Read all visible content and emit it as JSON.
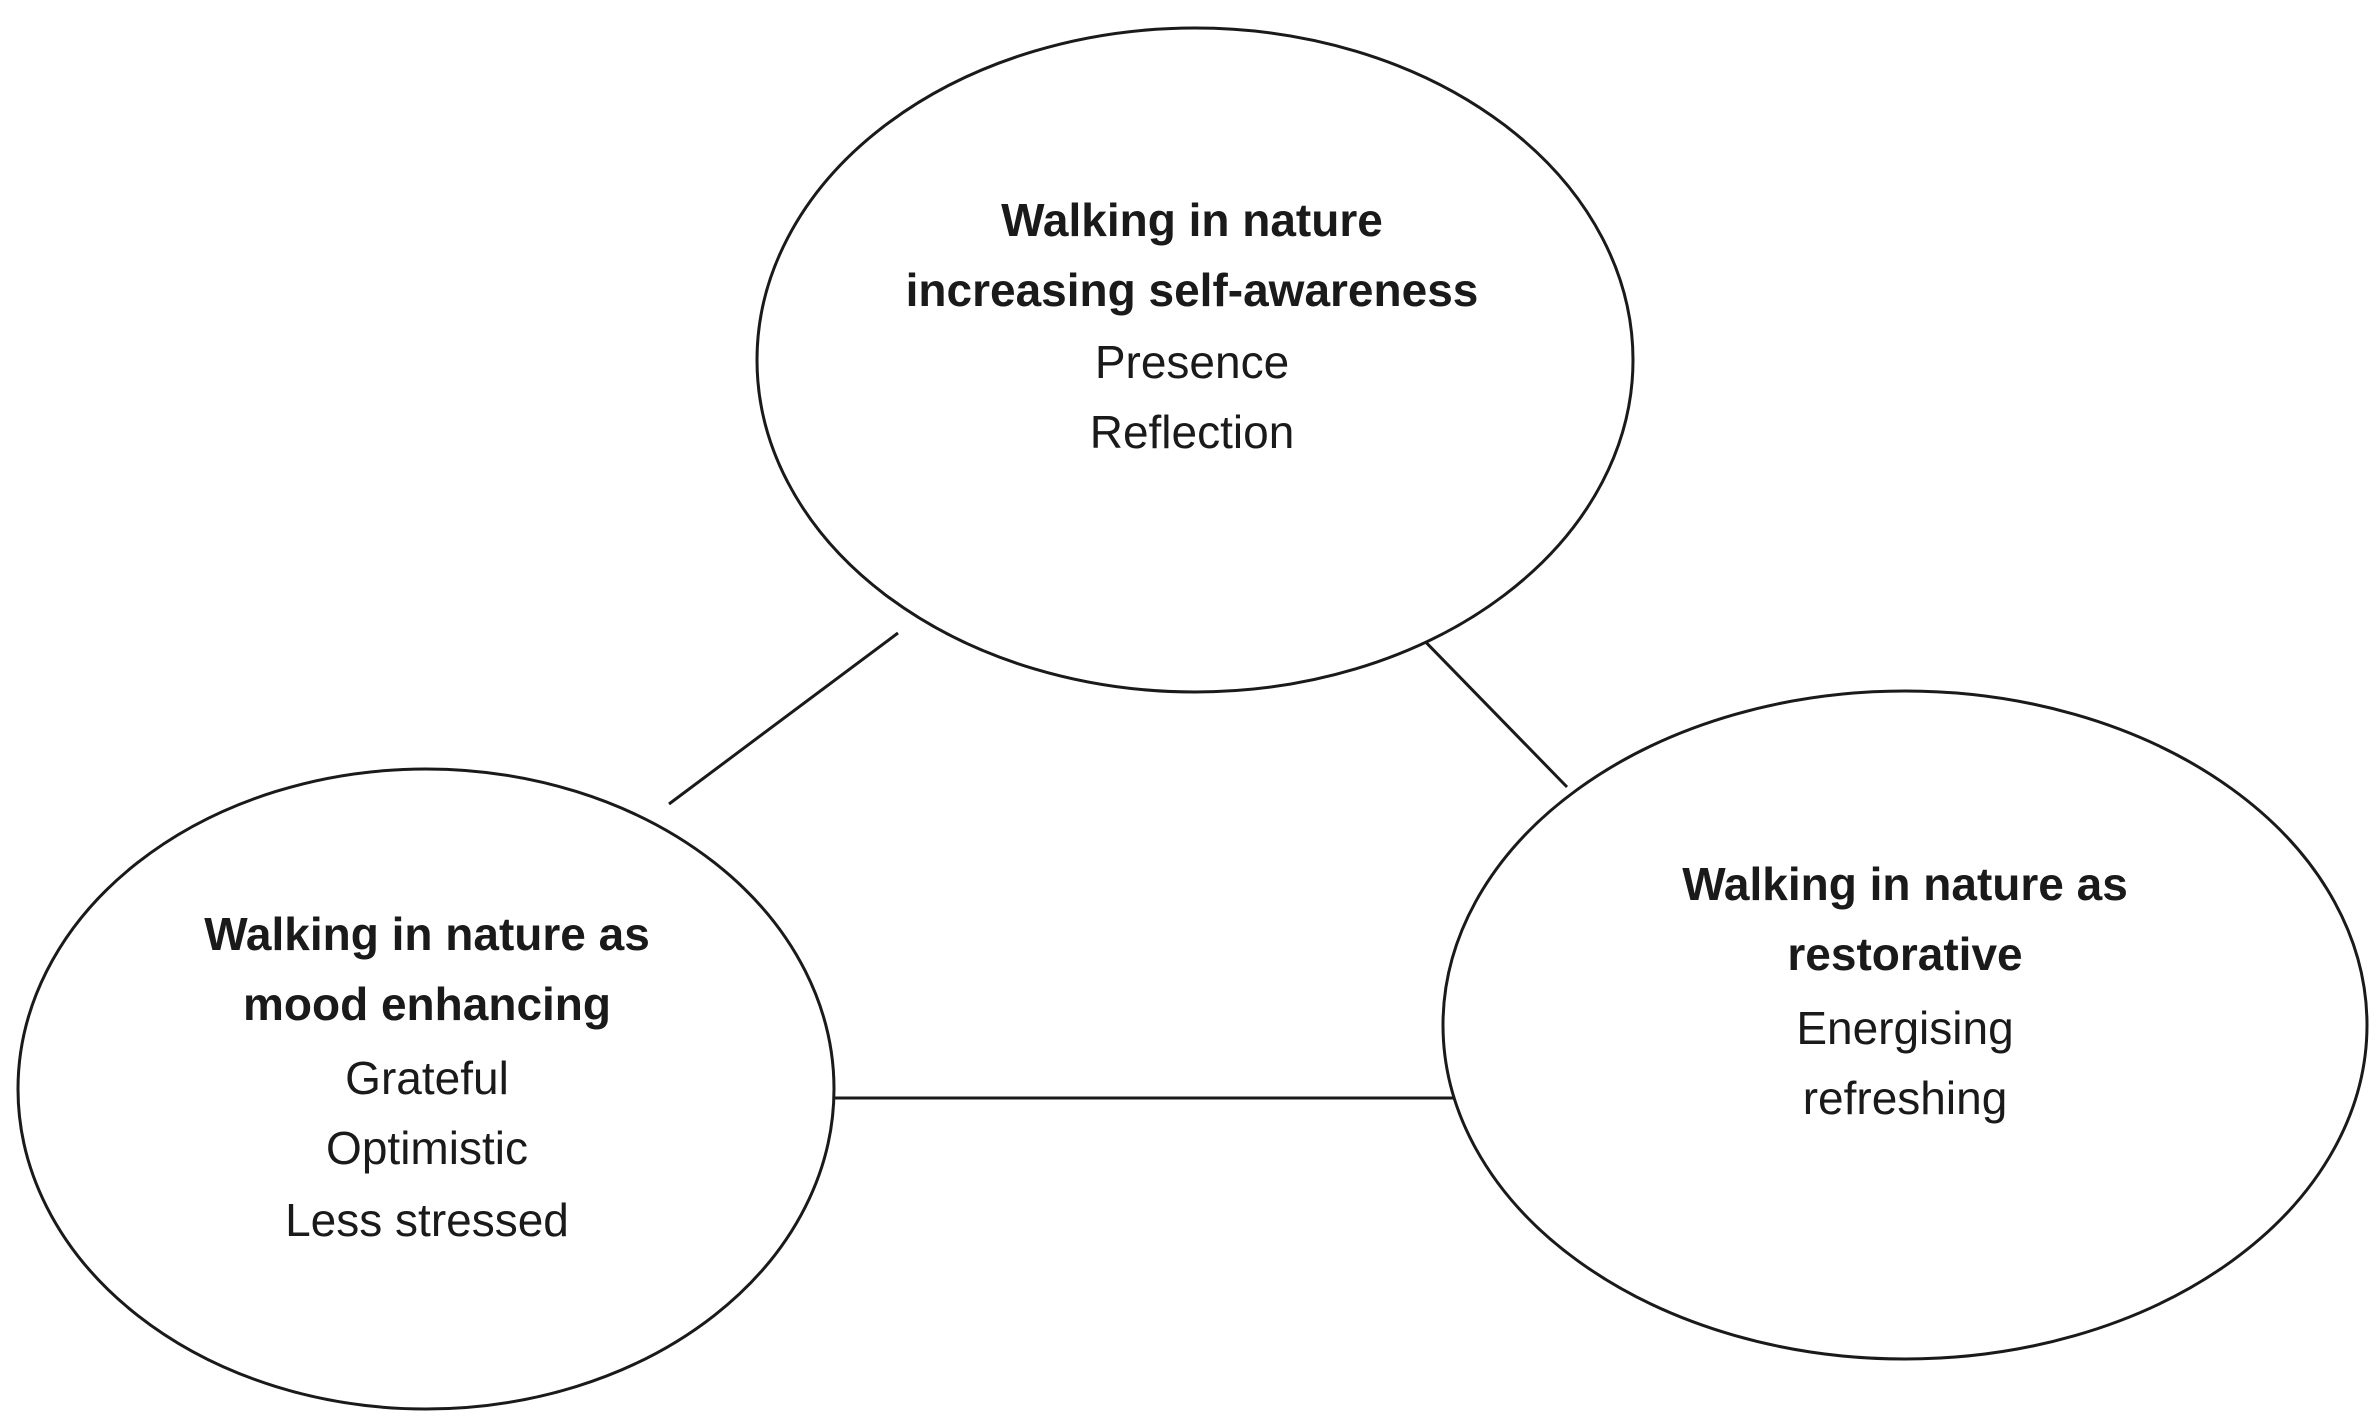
{
  "nodes": {
    "top": {
      "title": [
        "Walking in nature",
        "increasing self-awareness"
      ],
      "items": [
        "Presence",
        "Reflection"
      ]
    },
    "left": {
      "title": [
        "Walking in nature as",
        "mood enhancing"
      ],
      "items": [
        "Grateful",
        "Optimistic",
        "Less stressed"
      ]
    },
    "right": {
      "title": [
        "Walking in nature as",
        "restorative"
      ],
      "items": [
        "Energising",
        "refreshing"
      ]
    }
  }
}
